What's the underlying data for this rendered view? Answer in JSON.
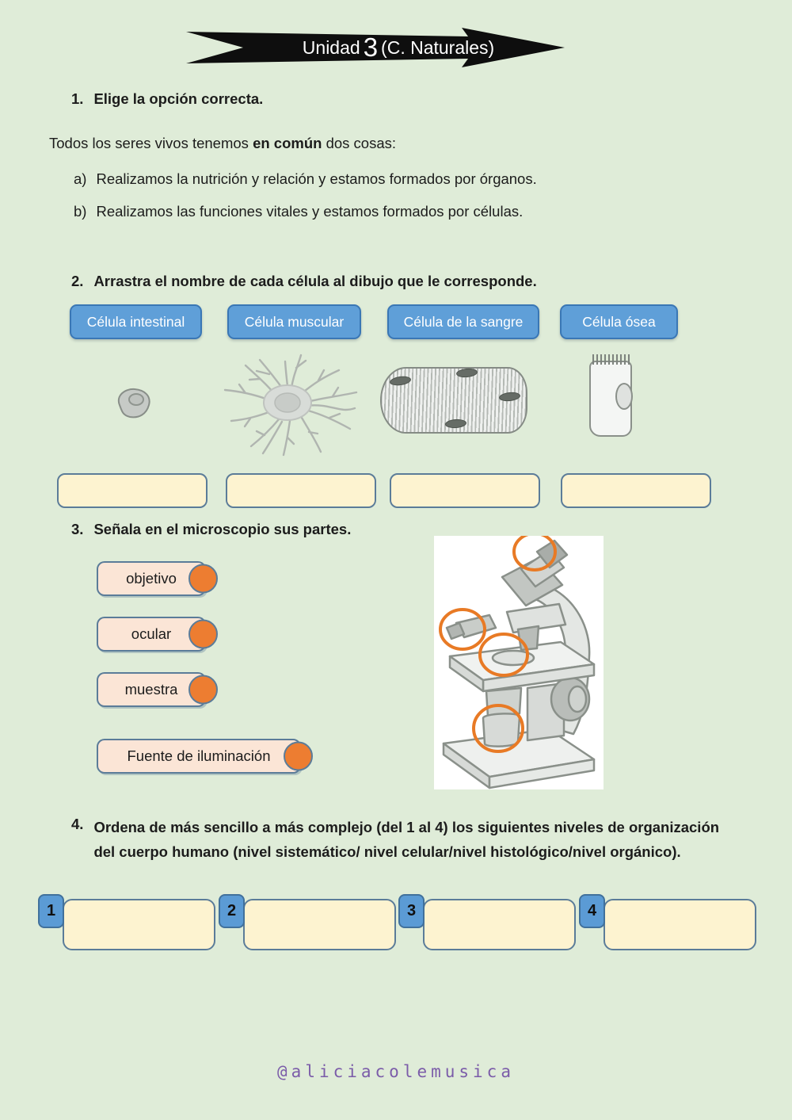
{
  "banner": {
    "prefix": "Unidad",
    "number": "3",
    "suffix": "(C. Naturales)"
  },
  "q1": {
    "number": "1.",
    "title": "Elige la opción correcta.",
    "intro": {
      "pre": "Todos los seres vivos tenemos ",
      "bold": "en común",
      "post": " dos cosas:"
    },
    "options": [
      {
        "letter": "a)",
        "text": "Realizamos la nutrición y relación y estamos formados por órganos."
      },
      {
        "letter": "b)",
        "text": "Realizamos las funciones vitales y estamos formados por células."
      }
    ]
  },
  "q2": {
    "number": "2.",
    "title": "Arrastra el nombre de cada célula al dibujo que le corresponde.",
    "chips": [
      "Célula intestinal",
      "Célula muscular",
      "Célula de la sangre",
      "Célula ósea"
    ],
    "images": [
      "blood-cell",
      "bone-cell",
      "muscle-cell",
      "intestinal-cell"
    ],
    "answer_box_count": 4
  },
  "q3": {
    "number": "3.",
    "title": "Señala en el microscopio sus partes.",
    "labels": [
      "objetivo",
      "ocular",
      "muestra",
      "Fuente de iluminación"
    ],
    "markers": [
      "eyepiece-marker",
      "objective-marker",
      "stage-sample-marker",
      "light-source-marker"
    ]
  },
  "q4": {
    "number": "4.",
    "title": "Ordena de más sencillo a más complejo (del 1 al 4) los siguientes niveles de organización del cuerpo humano (nivel sistemático/ nivel celular/nivel histológico/nivel orgánico).",
    "slots": [
      "1",
      "2",
      "3",
      "4"
    ]
  },
  "footer": {
    "handle": "@aliciacolemusica"
  },
  "colors": {
    "background": "#dfecd8",
    "banner_black": "#0e0e0e",
    "chip_blue": "#5f9fd8",
    "chip_blue_border": "#3a77b5",
    "answer_beige": "#fdf3d0",
    "box_border": "#5b7c99",
    "label_peach": "#fbe5d6",
    "marker_orange": "#ed7d31",
    "footer_purple": "#7b5ca9"
  }
}
